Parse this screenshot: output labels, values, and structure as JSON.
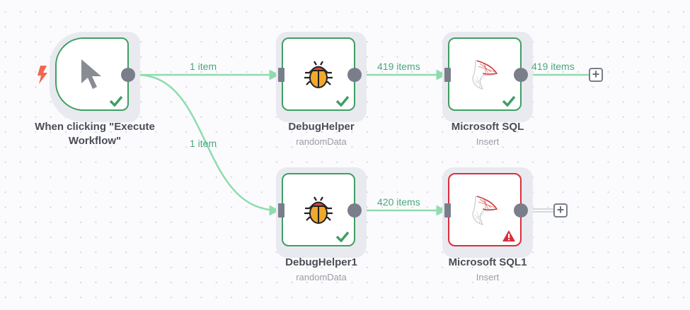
{
  "canvas": {
    "colors": {
      "success": "#3f9f63",
      "error": "#db2e3c",
      "edge": "#8fdcae",
      "port": "#7a7e8b"
    }
  },
  "nodes": [
    {
      "id": "trigger",
      "label": "When clicking \"Execute Workflow\"",
      "sublabel": "",
      "icon": "cursor-icon",
      "status": "success"
    },
    {
      "id": "debug1",
      "label": "DebugHelper",
      "sublabel": "randomData",
      "icon": "bug-icon",
      "status": "success"
    },
    {
      "id": "mssql1",
      "label": "Microsoft SQL",
      "sublabel": "Insert",
      "icon": "sql-server-icon",
      "status": "success"
    },
    {
      "id": "debug2",
      "label": "DebugHelper1",
      "sublabel": "randomData",
      "icon": "bug-icon",
      "status": "success"
    },
    {
      "id": "mssql2",
      "label": "Microsoft SQL1",
      "sublabel": "Insert",
      "icon": "sql-server-icon",
      "status": "error"
    }
  ],
  "edges": [
    {
      "from": "trigger",
      "to": "debug1",
      "label": "1 item"
    },
    {
      "from": "trigger",
      "to": "debug2",
      "label": "1 item"
    },
    {
      "from": "debug1",
      "to": "mssql1",
      "label": "419 items"
    },
    {
      "from": "debug2",
      "to": "mssql2",
      "label": "420 items"
    },
    {
      "from": "mssql1",
      "to": "add",
      "label": "419 items"
    }
  ],
  "add_button": "+"
}
